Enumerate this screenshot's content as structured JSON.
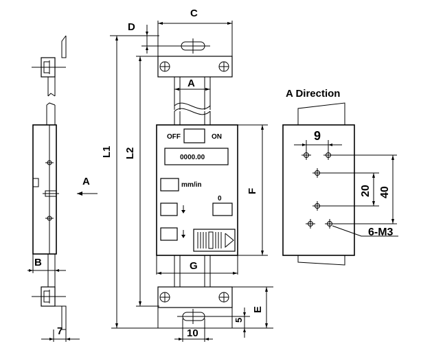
{
  "dimensions": {
    "c": "C",
    "d": "D",
    "a_top": "A",
    "l1": "L1",
    "l2": "L2",
    "f": "F",
    "g": "G",
    "e": "E",
    "five": "5",
    "ten": "10",
    "b": "B",
    "seven": "7",
    "a_arrow": "A"
  },
  "device": {
    "off_label": "OFF",
    "on_label": "ON",
    "display_value": "0000.00",
    "units_label": "mm/in",
    "zero_label": "0"
  },
  "a_direction": {
    "title": "A Direction",
    "dim_9": "9",
    "dim_20": "20",
    "dim_40": "40",
    "holes_label": "6-M3"
  }
}
